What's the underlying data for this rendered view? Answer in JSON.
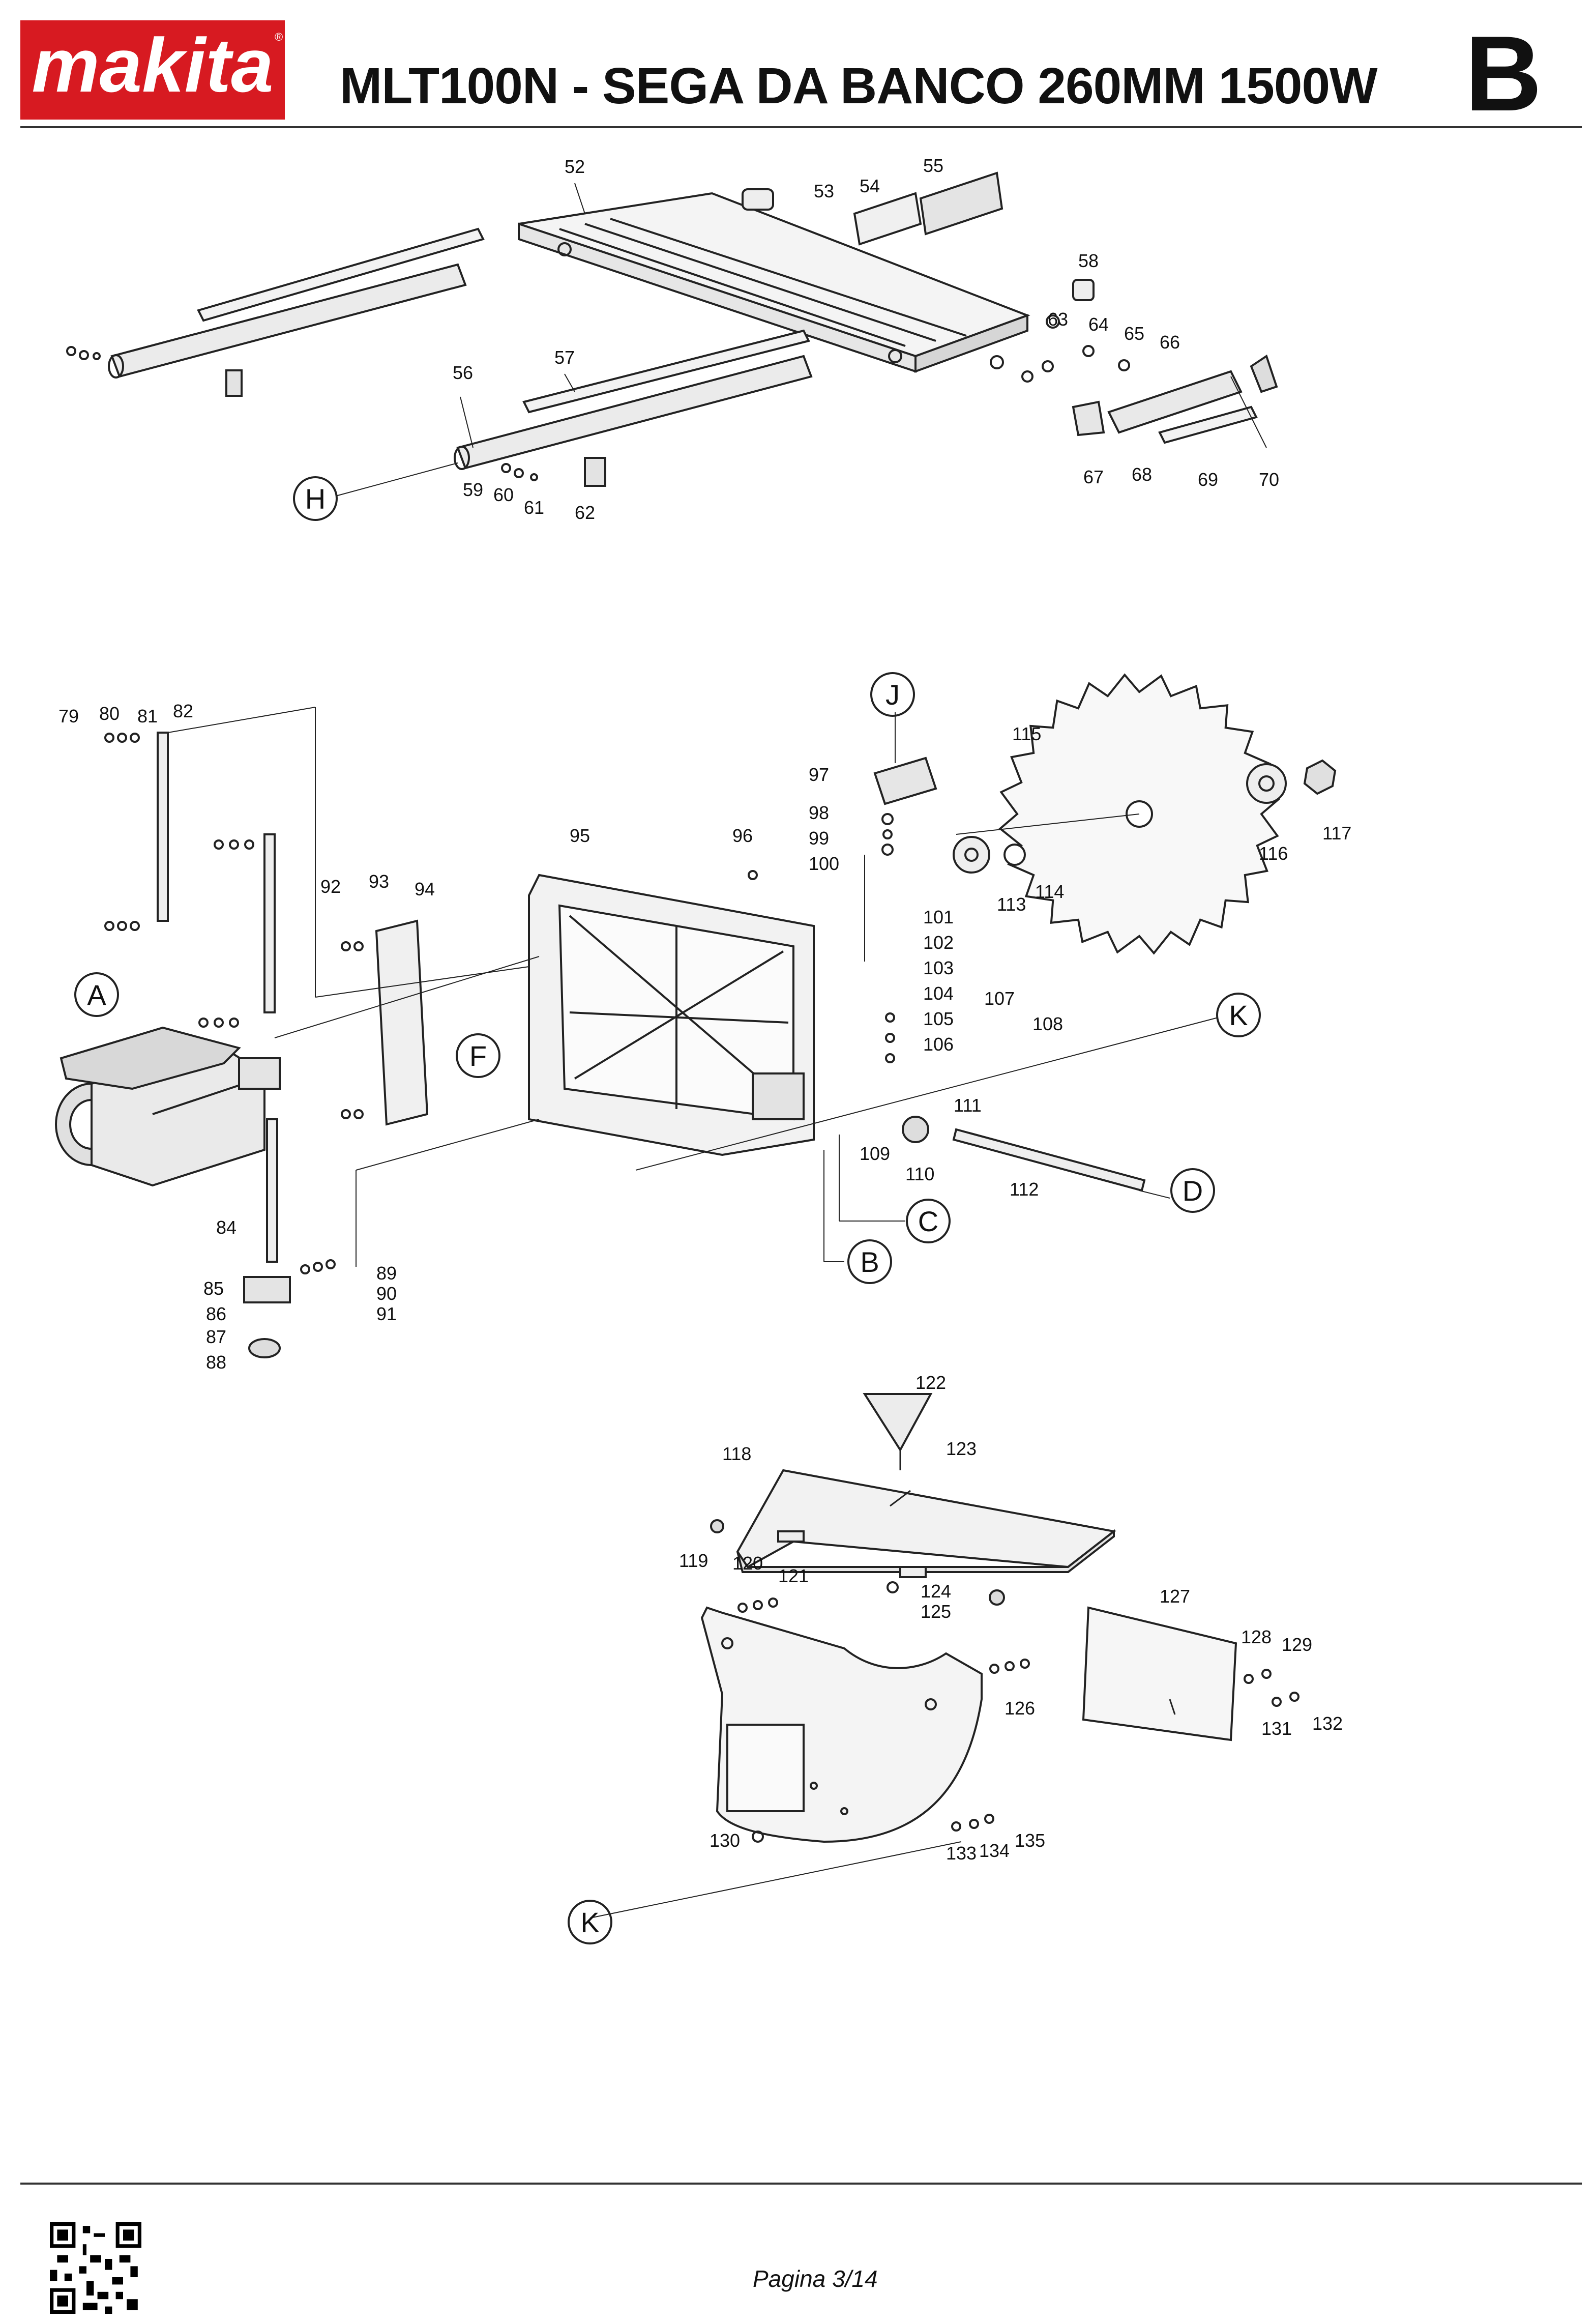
{
  "brand": "makita",
  "title": "MLT100N - SEGA DA BANCO 260MM 1500W",
  "section_letter": "B",
  "footer": {
    "page": "Pagina 3/14"
  },
  "callouts": {
    "top": [
      "52",
      "53",
      "54",
      "55",
      "56",
      "57",
      "58",
      "59",
      "60",
      "61",
      "62",
      "63",
      "64",
      "65",
      "66",
      "67",
      "68",
      "69",
      "70"
    ],
    "middle": [
      "79",
      "80",
      "81",
      "82",
      "84",
      "85",
      "86",
      "87",
      "88",
      "89",
      "90",
      "91",
      "92",
      "93",
      "94",
      "95",
      "96",
      "97",
      "98",
      "99",
      "100",
      "101",
      "102",
      "103",
      "104",
      "105",
      "106",
      "107",
      "108",
      "109",
      "110",
      "111",
      "112",
      "113",
      "114",
      "115",
      "116",
      "117"
    ],
    "bottom": [
      "118",
      "119",
      "120",
      "121",
      "122",
      "123",
      "124",
      "125",
      "126",
      "127",
      "128",
      "129",
      "130",
      "131",
      "132",
      "133",
      "134",
      "135"
    ]
  },
  "letters": {
    "A": "A",
    "B": "B",
    "C": "C",
    "D": "D",
    "F": "F",
    "H": "H",
    "J": "J",
    "K": "K"
  },
  "colors": {
    "brand_red": "#d71a21",
    "line": "#222222"
  }
}
